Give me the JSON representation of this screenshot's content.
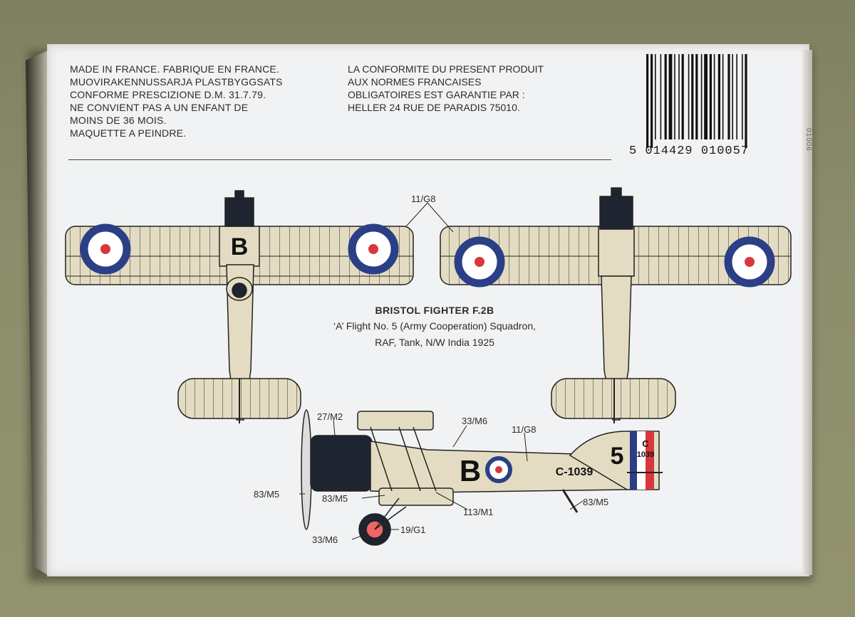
{
  "box": {
    "legal_lines": [
      "MADE IN FRANCE. FABRIQUE EN FRANCE.",
      "MUOVIRAKENNUSSARJA PLASTBYGGSATS",
      "CONFORME PRESCIZIONE D.M. 31.7.79.",
      "NE CONVIENT PAS A UN ENFANT DE",
      "MOINS DE 36 MOIS.",
      "MAQUETTE A PEINDRE."
    ],
    "conformity_lines": [
      "LA CONFORMITE DU PRESENT PRODUIT",
      "AUX NORMES FRANCAISES",
      "OBLIGATOIRES EST GARANTIE PAR :",
      "HELLER 24 RUE DE PARADIS 75010."
    ],
    "barcode_number": "5  014429  010057",
    "side_code": "01006"
  },
  "caption": {
    "title": "BRISTOL FIGHTER F.2B",
    "line1": "‘A’ Flight No. 5 (Army Cooperation) Squadron,",
    "line2": "RAF, Tank, N/W India 1925"
  },
  "markings": {
    "top_letter": "B",
    "side_letter": "B",
    "fin_number": "5",
    "serial": "C-1039",
    "rudder_serial_top": "C",
    "rudder_serial_bottom": "1039"
  },
  "paint_refs": {
    "wing_ref": "11/G8",
    "cowl_ref": "27/M2",
    "gun_ref": "33/M6",
    "fuselage_ref": "11/G8",
    "prop_ref": "83/M5",
    "strut_ref": "83/M5",
    "tail_skid_ref": "83/M5",
    "wheel_ref": "33/M6",
    "hub_ref": "19/G1",
    "cabane_ref": "113/M1"
  },
  "colors": {
    "airframe": "#e4dcc2",
    "engine": "#1f2530",
    "roundel_blue": "#2a3f86",
    "roundel_red": "#d8373b",
    "rib_line": "#2a2a2a"
  }
}
